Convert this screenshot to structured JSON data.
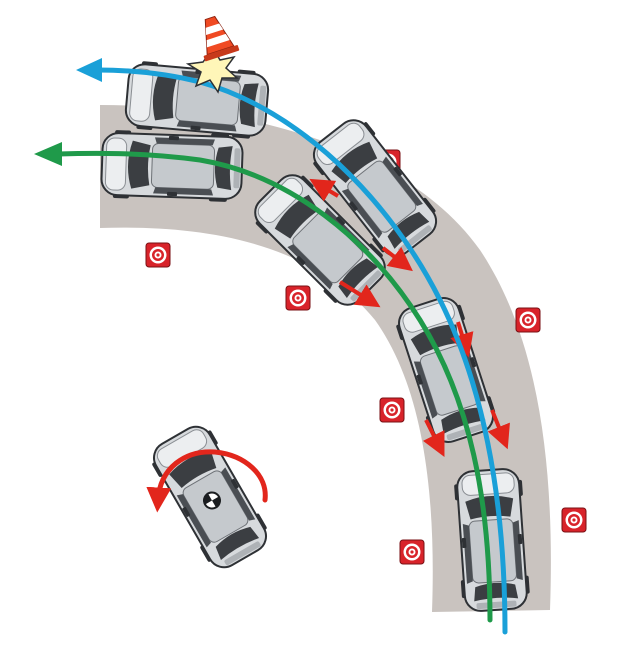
{
  "diagram": {
    "colors": {
      "road": "#c9c3bf",
      "background": "#ffffff",
      "car_body": "#d7dadd",
      "car_dark": "#3b3e42",
      "car_outline": "#2e3135",
      "blue_path": "#1aa0d8",
      "green_path": "#1f9a4a",
      "red_arrow": "#e2261c",
      "marker_red": "#d8232a",
      "cone_orange": "#f04a23",
      "impact_star": "#fff6b8"
    },
    "paths": [
      {
        "name": "understeer-path",
        "color": "blue",
        "icon": "arrow-left-icon"
      },
      {
        "name": "stabilized-path",
        "color": "green",
        "icon": "arrow-left-icon"
      }
    ],
    "icons": {
      "spin_arrow": "rotate-arrow-icon",
      "cone": "traffic-cone-icon",
      "impact": "impact-star-icon",
      "marker": "target-marker-icon",
      "brand": "roundel-logo-icon"
    }
  }
}
